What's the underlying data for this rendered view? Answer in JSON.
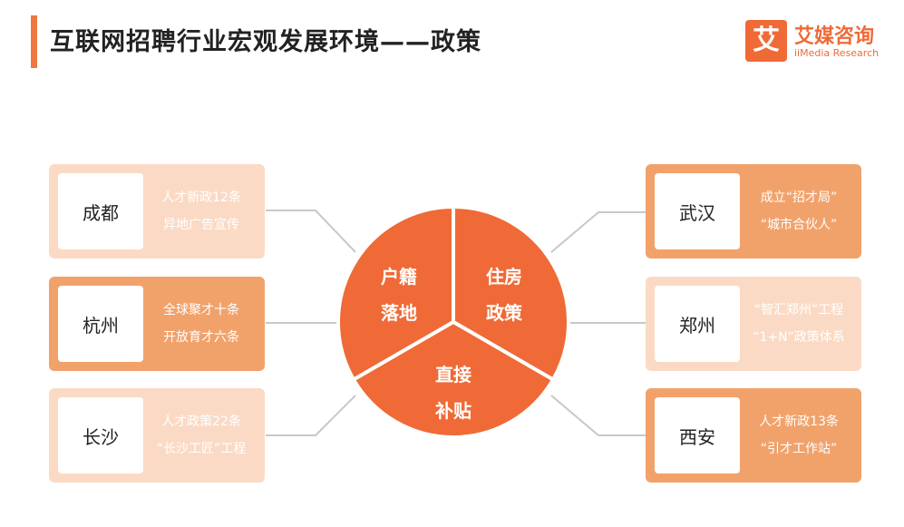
{
  "header": {
    "title": "互联网招聘行业宏观发展环境——政策",
    "accent_color": "#ef7841"
  },
  "logo": {
    "mark": "艾",
    "name": "艾媒咨询",
    "subtitle": "iiMedia Research",
    "color": "#ef6a36"
  },
  "center": {
    "color": "#ef6a36",
    "segments": [
      {
        "line1": "户籍",
        "line2": "落地"
      },
      {
        "line1": "住房",
        "line2": "政策"
      },
      {
        "line1": "直接",
        "line2": "补贴"
      }
    ]
  },
  "left_cards": [
    {
      "city": "成都",
      "line1": "人才新政12条",
      "line2": "异地广告宣传",
      "tone": "light"
    },
    {
      "city": "杭州",
      "line1": "全球聚才十条",
      "line2": "开放育才六条",
      "tone": "dark"
    },
    {
      "city": "长沙",
      "line1": "人才政策22条",
      "line2": "“长沙工匠”工程",
      "tone": "light"
    }
  ],
  "right_cards": [
    {
      "city": "武汉",
      "line1": "成立“招才局”",
      "line2": "“城市合伙人”",
      "tone": "dark"
    },
    {
      "city": "郑州",
      "line1": "“智汇郑州”工程",
      "line2": "“1+N”政策体系",
      "tone": "light"
    },
    {
      "city": "西安",
      "line1": "人才新政13条",
      "line2": "“引才工作站”",
      "tone": "dark"
    }
  ]
}
